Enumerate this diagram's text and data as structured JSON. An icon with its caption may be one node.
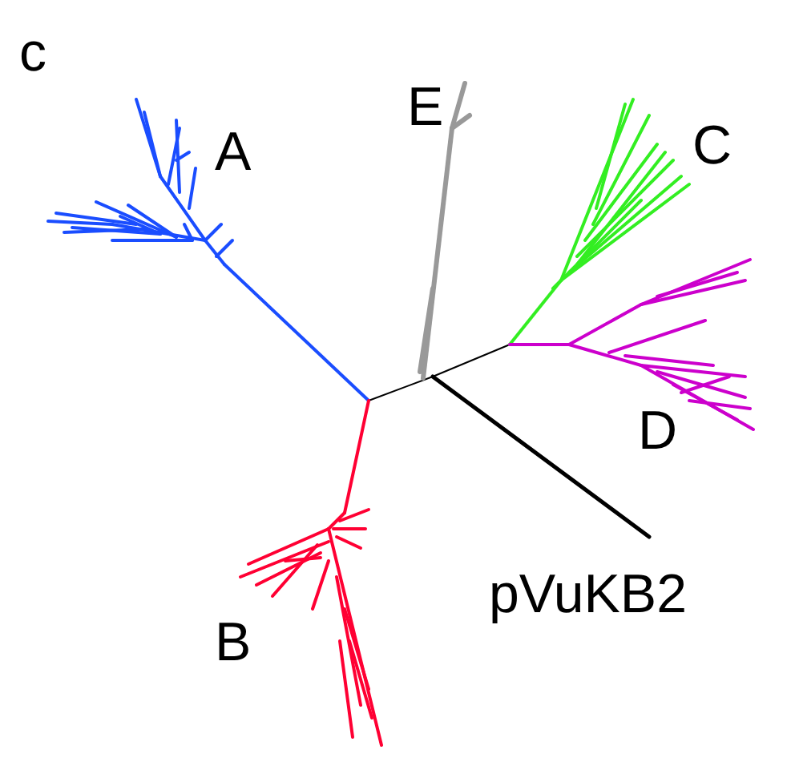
{
  "diagram": {
    "labels": [
      "c",
      "A",
      "E",
      "C",
      "D",
      "pVuKB2",
      "B"
    ]
  }
}
